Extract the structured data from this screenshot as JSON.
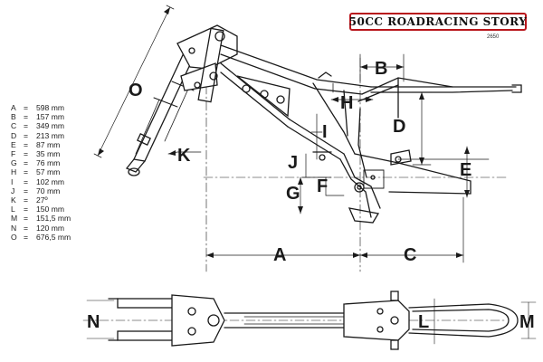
{
  "header": {
    "banner_text": "50CC ROADRACING STORY",
    "drawing_code": "2650"
  },
  "colors": {
    "banner_border": "#b8151b",
    "ink": "#1a1a1a"
  },
  "legend": [
    {
      "key": "A",
      "eq": "=",
      "value": "598 mm"
    },
    {
      "key": "B",
      "eq": "=",
      "value": "157 mm"
    },
    {
      "key": "C",
      "eq": "=",
      "value": "349 mm"
    },
    {
      "key": "D",
      "eq": "=",
      "value": "213 mm"
    },
    {
      "key": "E",
      "eq": "=",
      "value": "87 mm"
    },
    {
      "key": "F",
      "eq": "=",
      "value": "35 mm"
    },
    {
      "key": "G",
      "eq": "=",
      "value": "76 mm"
    },
    {
      "key": "H",
      "eq": "=",
      "value": "57 mm"
    },
    {
      "key": "I",
      "eq": "=",
      "value": "102 mm"
    },
    {
      "key": "J",
      "eq": "=",
      "value": "70 mm"
    },
    {
      "key": "K",
      "eq": "=",
      "value": "27º"
    },
    {
      "key": "L",
      "eq": "=",
      "value": "150 mm"
    },
    {
      "key": "M",
      "eq": "=",
      "value": "151,5 mm"
    },
    {
      "key": "N",
      "eq": "=",
      "value": "120 mm"
    },
    {
      "key": "O",
      "eq": "=",
      "value": "676,5 mm"
    }
  ],
  "labels": {
    "O": "O",
    "K": "K",
    "B": "B",
    "H": "H",
    "D": "D",
    "I": "I",
    "J": "J",
    "E": "E",
    "F": "F",
    "G": "G",
    "A": "A",
    "C": "C",
    "N": "N",
    "L": "L",
    "M": "M"
  }
}
